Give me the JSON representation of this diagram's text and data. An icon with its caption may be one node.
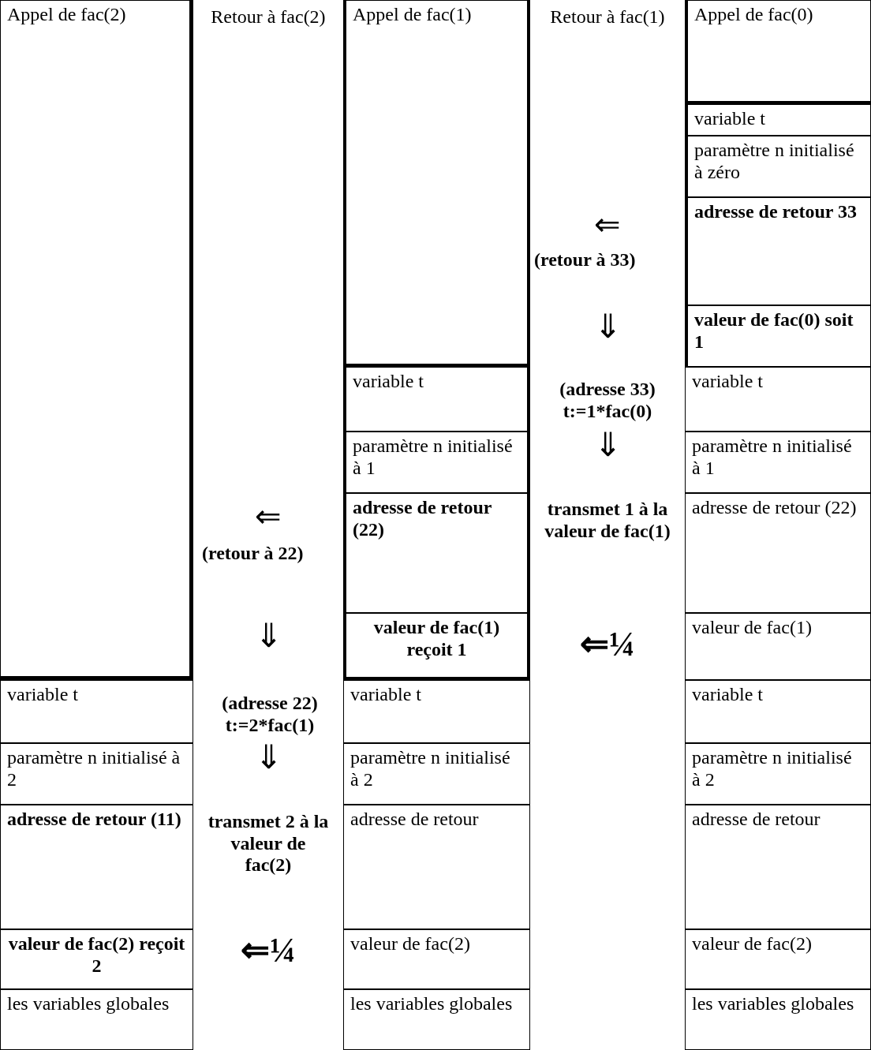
{
  "diagram": {
    "nodes": [
      {
        "text": [
          "Appel de fac(2)"
        ]
      },
      {
        "text": [
          "variable t"
        ]
      },
      {
        "text": [
          "paramètre n initialisé à 2"
        ]
      },
      {
        "text": [
          "adresse de retour (11)"
        ]
      },
      {
        "text": [
          "valeur de fac(2) reçoit 2"
        ]
      },
      {
        "text": [
          "les variables globales"
        ]
      },
      {
        "text": [
          "Appel de fac(1)"
        ]
      },
      {
        "text": [
          "variable t"
        ]
      },
      {
        "text": [
          "paramètre n initialisé à 1"
        ]
      },
      {
        "text": [
          "adresse de retour (22)"
        ]
      },
      {
        "text": [
          "valeur de fac(1) reçoit 1"
        ]
      },
      {
        "text": [
          "variable t"
        ]
      },
      {
        "text": [
          "paramètre n initialisé à 2"
        ]
      },
      {
        "text": [
          "adresse de retour"
        ]
      },
      {
        "text": [
          "valeur de fac(2)"
        ]
      },
      {
        "text": [
          "les variables globales"
        ]
      },
      {
        "text": [
          "Appel de fac(0)"
        ]
      },
      {
        "text": [
          "variable t"
        ]
      },
      {
        "text": [
          "paramètre n initialisé à zéro"
        ]
      },
      {
        "text": [
          "adresse de retour 33"
        ]
      },
      {
        "text": [
          "valeur de fac(0) soit 1"
        ]
      },
      {
        "text": [
          "variable t"
        ]
      },
      {
        "text": [
          "paramètre n initialisé à 1"
        ]
      },
      {
        "text": [
          "adresse de retour (22)"
        ]
      },
      {
        "text": [
          "valeur de fac(1)"
        ]
      },
      {
        "text": [
          "variable t"
        ]
      },
      {
        "text": [
          "paramètre n initialisé à 2"
        ]
      },
      {
        "text": [
          "adresse de retour"
        ]
      },
      {
        "text": [
          "valeur de fac(2)"
        ]
      },
      {
        "text": [
          "les variables globales"
        ]
      }
    ],
    "labels": [
      "Retour à fac(2)",
      "⇐",
      "(retour à 22)",
      "⇓",
      "(adresse 22) t:=2*fac(1)",
      "⇓",
      "transmet 2 à la valeur de fac(2)",
      "⇐¼",
      "Retour à fac(1)",
      "⇐",
      "(retour à 33)",
      "⇓",
      "(adresse 33) t:=1*fac(0)",
      "⇓",
      "transmet 1 à la valeur de fac(1)",
      "⇐¼"
    ]
  }
}
